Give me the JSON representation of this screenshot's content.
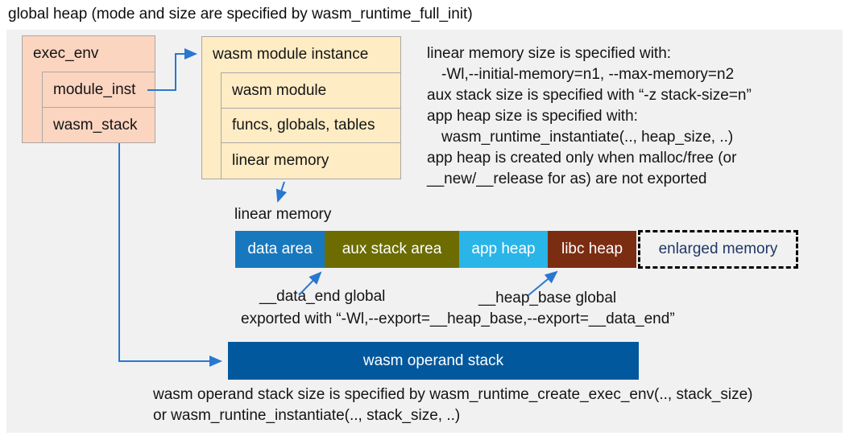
{
  "title": "global heap (mode and size are specified by wasm_runtime_full_init)",
  "exec_env_box": {
    "header": "exec_env",
    "rows": [
      "module_inst",
      "wasm_stack"
    ]
  },
  "module_instance_box": {
    "header": "wasm module instance",
    "rows": [
      "wasm module",
      "funcs, globals, tables",
      "linear memory"
    ]
  },
  "right_notes": {
    "lines": [
      "linear memory size is specified with:",
      "-Wl,--initial-memory=n1, --max-memory=n2",
      "aux stack size is specified with “-z stack-size=n”",
      "app heap size is specified with:",
      "wasm_runtime_instantiate(.., heap_size, ..)",
      "app heap is created only when malloc/free (or",
      "__new/__release for as) are not exported"
    ]
  },
  "linear_memory": {
    "label": "linear memory",
    "segments": [
      {
        "label": "data area"
      },
      {
        "label": "aux stack area"
      },
      {
        "label": "app heap"
      },
      {
        "label": "libc heap"
      },
      {
        "label": "enlarged memory"
      }
    ],
    "data_end_label": "__data_end global",
    "heap_base_label": "__heap_base global",
    "export_note": "exported with “-Wl,--export=__heap_base,--export=__data_end”"
  },
  "operand_stack": {
    "label": "wasm operand stack",
    "note_line1": "wasm operand stack size is specified by wasm_runtime_create_exec_env(.., stack_size)",
    "note_line2": "or wasm_runtine_instantiate(.., stack_size, ..)"
  },
  "colors": {
    "panel_bg": "#f1f1f2",
    "exec_env_fill": "#fbd5c0",
    "module_instance_fill": "#feecc4",
    "box_border": "#a8a8a8",
    "data_area": "#1878be",
    "aux_stack_area": "#6c6c00",
    "app_heap": "#29b5e8",
    "libc_heap": "#7b2d12",
    "operand_stack": "#01589d",
    "arrow": "#2878d0",
    "enlarged_memory_text": "#1f3864"
  }
}
